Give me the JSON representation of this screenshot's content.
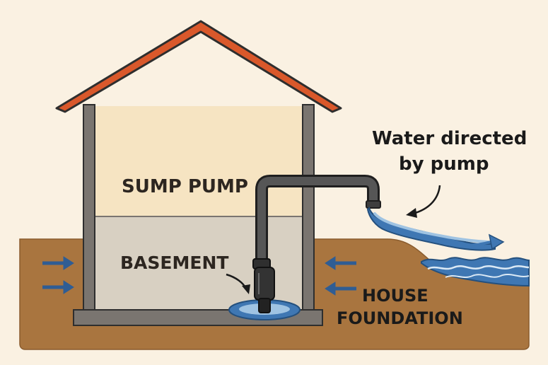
{
  "labels": {
    "sump_pump": "SUMP PUMP",
    "basement": "BASEMENT",
    "house_foundation_line1": "HOUSE",
    "house_foundation_line2": "FOUNDATION",
    "water_note_line1": "Water directed",
    "water_note_line2": "by pump"
  },
  "colors": {
    "background": "#faf1e2",
    "roof": "#d9582b",
    "upper_floor": "#f6e4c2",
    "basement": "#d8d0c2",
    "walls": "#7a7570",
    "soil": "#a9753f",
    "water": "#3f77b3",
    "water_light": "#9fc3e2",
    "pipe": "#565656",
    "arrows": "#2f5d94",
    "outline": "#262626"
  },
  "icons": {
    "pressure_arrows": "arrow-right-icon / arrow-left-icon",
    "pump": "sump-pump-icon"
  }
}
